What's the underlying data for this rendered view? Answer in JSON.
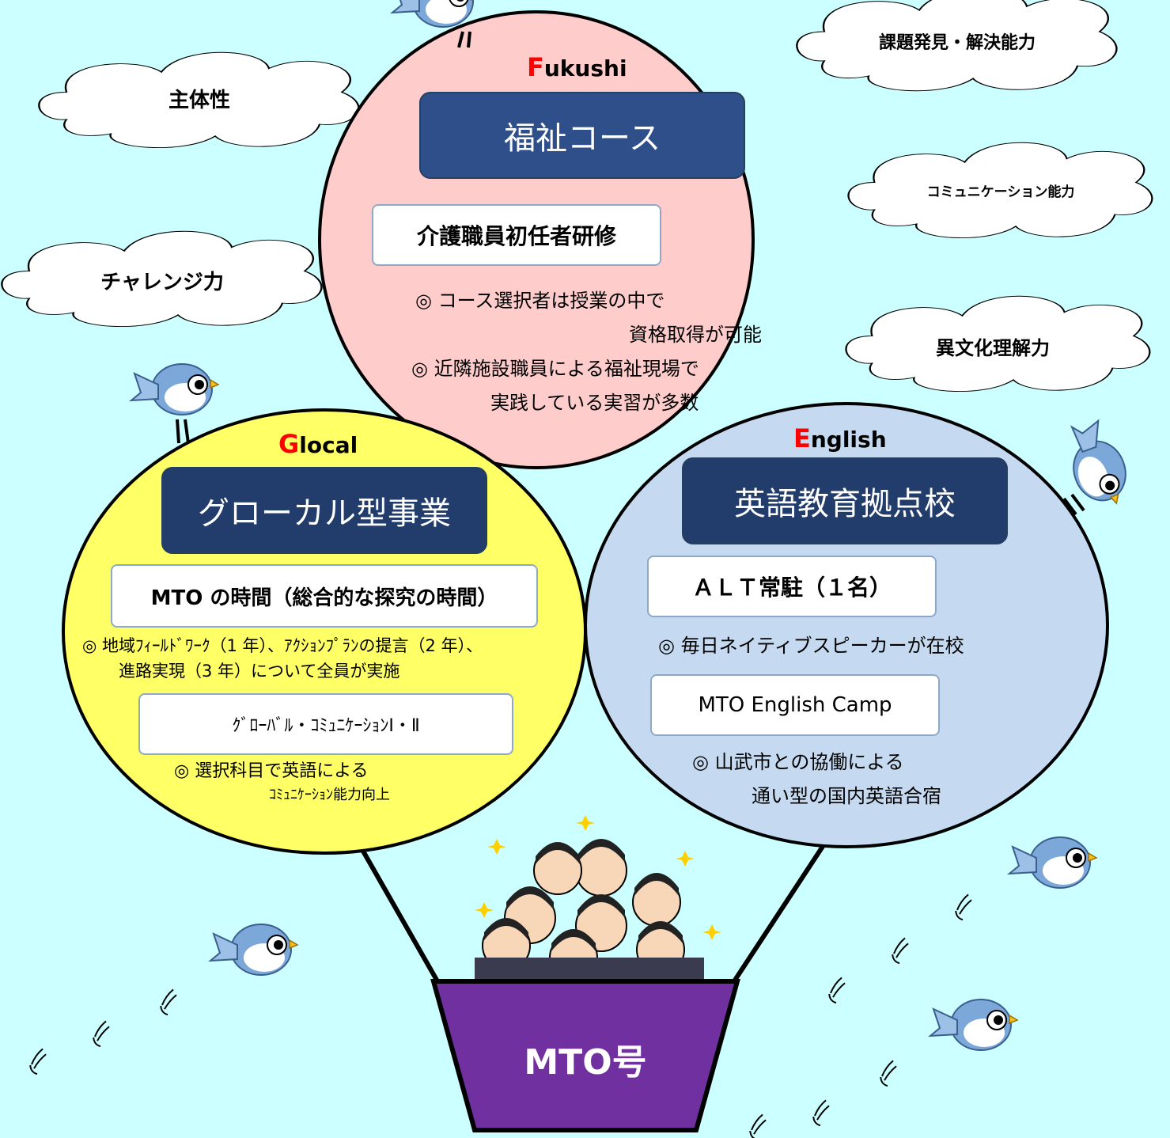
{
  "colors": {
    "background": "#ccffff",
    "fukushi_circle": "#ffcccc",
    "glocal_circle": "#ffff66",
    "english_circle": "#c5daf0",
    "title_box": "#2f4f8a",
    "title_box_dark": "#223c6b",
    "accent_initial": "#ff0000",
    "basket": "#7030a0"
  },
  "clouds": [
    {
      "label": "主体性"
    },
    {
      "label": "チャレンジ力"
    },
    {
      "label": "課題発見・解決能力"
    },
    {
      "label": "コミュニケーション能力"
    },
    {
      "label": "異文化理解力"
    }
  ],
  "fukushi": {
    "initial": "F",
    "rest": "ukushi",
    "title": "福祉コース",
    "box": "介護職員初任者研修",
    "note1a": "◎ コース選択者は授業の中で",
    "note1b": "資格取得が可能",
    "note2a": "◎ 近隣施設職員による福祉現場で",
    "note2b": "実践している実習が多数"
  },
  "glocal": {
    "initial": "G",
    "rest": "local",
    "title": "グローカル型事業",
    "box1": "MTO の時間（総合的な探究の時間）",
    "note1a": "◎ 地域ﾌｨｰﾙﾄﾞﾜｰｸ（1 年）、ｱｸｼｮﾝﾌﾟﾗﾝの提言（2 年）、",
    "note1b": "進路実現（3 年）について全員が実施",
    "box2": "ｸﾞﾛｰﾊﾞﾙ・ｺﾐｭﾆｹｰｼｮﾝⅠ・Ⅱ",
    "note2a": "◎ 選択科目で英語による",
    "note2b": "ｺﾐｭﾆｹｰｼｮﾝ能力向上"
  },
  "english": {
    "initial": "E",
    "rest": "nglish",
    "title": "英語教育拠点校",
    "box1": "ＡＬＴ常駐（１名）",
    "note1": "◎ 毎日ネイティブスピーカーが在校",
    "box2": "MTO English Camp",
    "note2a": "◎ 山武市との協働による",
    "note2b": "通い型の国内英語合宿"
  },
  "basket": {
    "label": "MTO号"
  }
}
